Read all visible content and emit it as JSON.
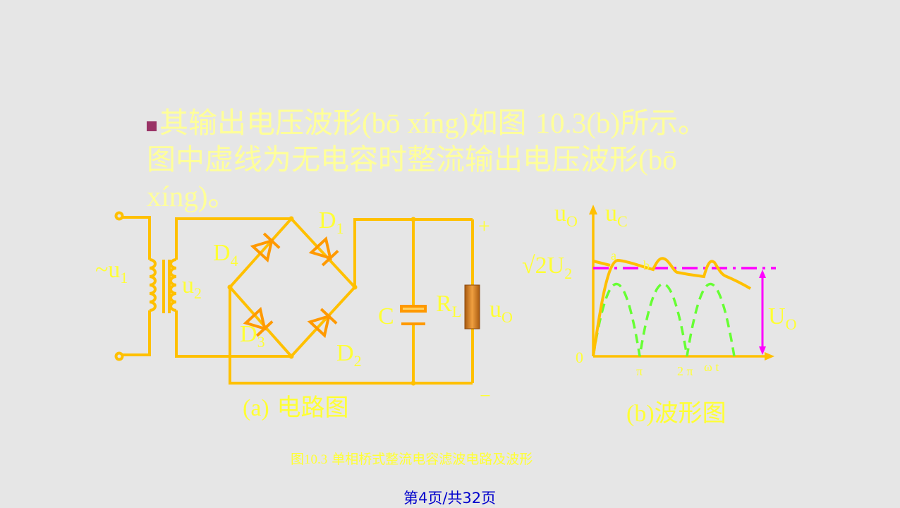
{
  "slide": {
    "text_part1": "其输出电压波形",
    "pinyin1": "(bō xíng)",
    "text_part2": "如图 ",
    "fig_ref": "10.3(b)",
    "text_part3": "所示。图中虚线为无电容时整流输出电压波形",
    "pinyin2": "(bō xíng)",
    "text_part4": "。"
  },
  "circuit": {
    "u1": "~u",
    "u1_sub": "1",
    "u2": "u",
    "u2_sub": "2",
    "d1": "D",
    "d1_sub": "1",
    "d2": "D",
    "d2_sub": "2",
    "d3": "D",
    "d3_sub": "3",
    "d4": "D",
    "d4_sub": "4",
    "c": "C",
    "rl": "R",
    "rl_sub": "L",
    "uo": "u",
    "uo_sub": "O",
    "plus": "+",
    "minus": "−",
    "caption_a_prefix": "(a)",
    "caption_a": " 电路图"
  },
  "waveform": {
    "uo": "u",
    "uo_sub": "O",
    "uc": "u",
    "uc_sub": "C",
    "peak_label": "√2U",
    "peak_sub": "2",
    "avg_label": "U",
    "avg_sub": "O",
    "zero": "0",
    "pi": "π",
    "two_pi": "2 π",
    "wt": "ω t",
    "a": "a",
    "b": "b",
    "caption_b_prefix": "(b)",
    "caption_b": "波形图"
  },
  "caption": {
    "prefix": "图",
    "number": "10.3",
    "text": "  单相桥式整流电容滤波电路及波形"
  },
  "page": "第4页/共32页",
  "colors": {
    "background": "#e6e6e6",
    "wire": "#ffc000",
    "diode": "#ff9900",
    "text_yellow": "#ffff33",
    "dashed_wave": "#66ff33",
    "avg_line": "#ff00ff",
    "bullet": "#993366",
    "page_number": "#0000cc"
  }
}
